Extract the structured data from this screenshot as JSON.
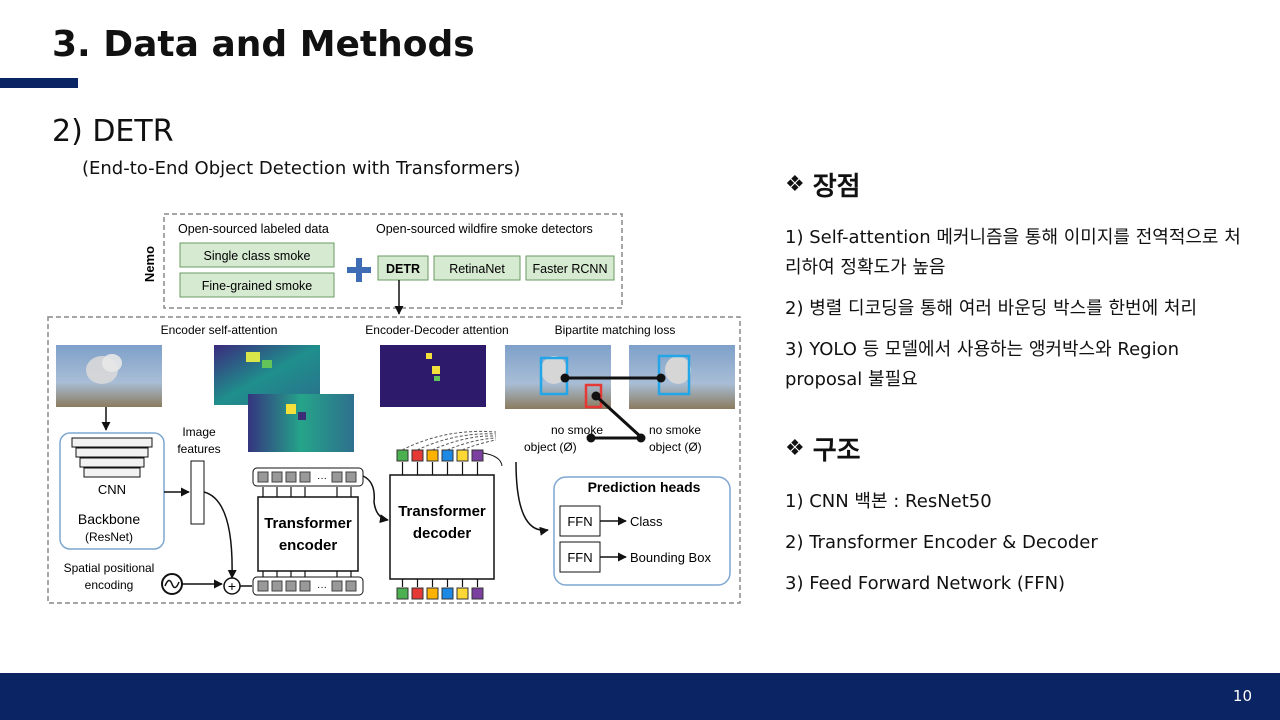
{
  "title": "3. Data and Methods",
  "section": "2) DETR",
  "subtitle": "(End-to-End Object Detection with Transformers)",
  "diagram": {
    "nemo": "Nemo",
    "labeled_header": "Open-sourced labeled data",
    "detectors_header": "Open-sourced wildfire smoke detectors",
    "single_class": "Single class smoke",
    "fine_grained": "Fine-grained smoke",
    "detr": "DETR",
    "retinanet": "RetinaNet",
    "faster_rcnn": "Faster RCNN",
    "enc_self_attn": "Encoder self-attention",
    "enc_dec_attn": "Encoder-Decoder attention",
    "bipartite": "Bipartite matching loss",
    "image": "Image",
    "features": "features",
    "cnn": "CNN",
    "backbone": "Backbone",
    "resnet": "(ResNet)",
    "spatial": "Spatial positional",
    "encoding": "encoding",
    "transformer": "Transformer",
    "encoder": "encoder",
    "decoder": "decoder",
    "no_smoke": "no smoke",
    "object": "object (Ø)",
    "prediction_heads": "Prediction heads",
    "ffn": "FFN",
    "class": "Class",
    "bbox": "Bounding Box",
    "ellipsis": "···",
    "plus_sign": "+",
    "query_colors": [
      "#4caf50",
      "#e53935",
      "#ffb300",
      "#1e88e5",
      "#fdd835",
      "#7b3fa0"
    ]
  },
  "advantages": {
    "heading": "장점",
    "items": [
      "1) Self-attention 메커니즘을 통해 이미지를 전역적으로 처리하여 정확도가 높음",
      "2) 병렬 디코딩을 통해 여러 바운딩 박스를 한번에 처리",
      "3) YOLO 등 모델에서 사용하는 앵커박스와 Region proposal 불필요"
    ]
  },
  "structure": {
    "heading": "구조",
    "items": [
      "1) CNN 백본 : ResNet50",
      "2) Transformer Encoder & Decoder",
      "3) Feed Forward Network (FFN)"
    ]
  },
  "page_number": "10"
}
